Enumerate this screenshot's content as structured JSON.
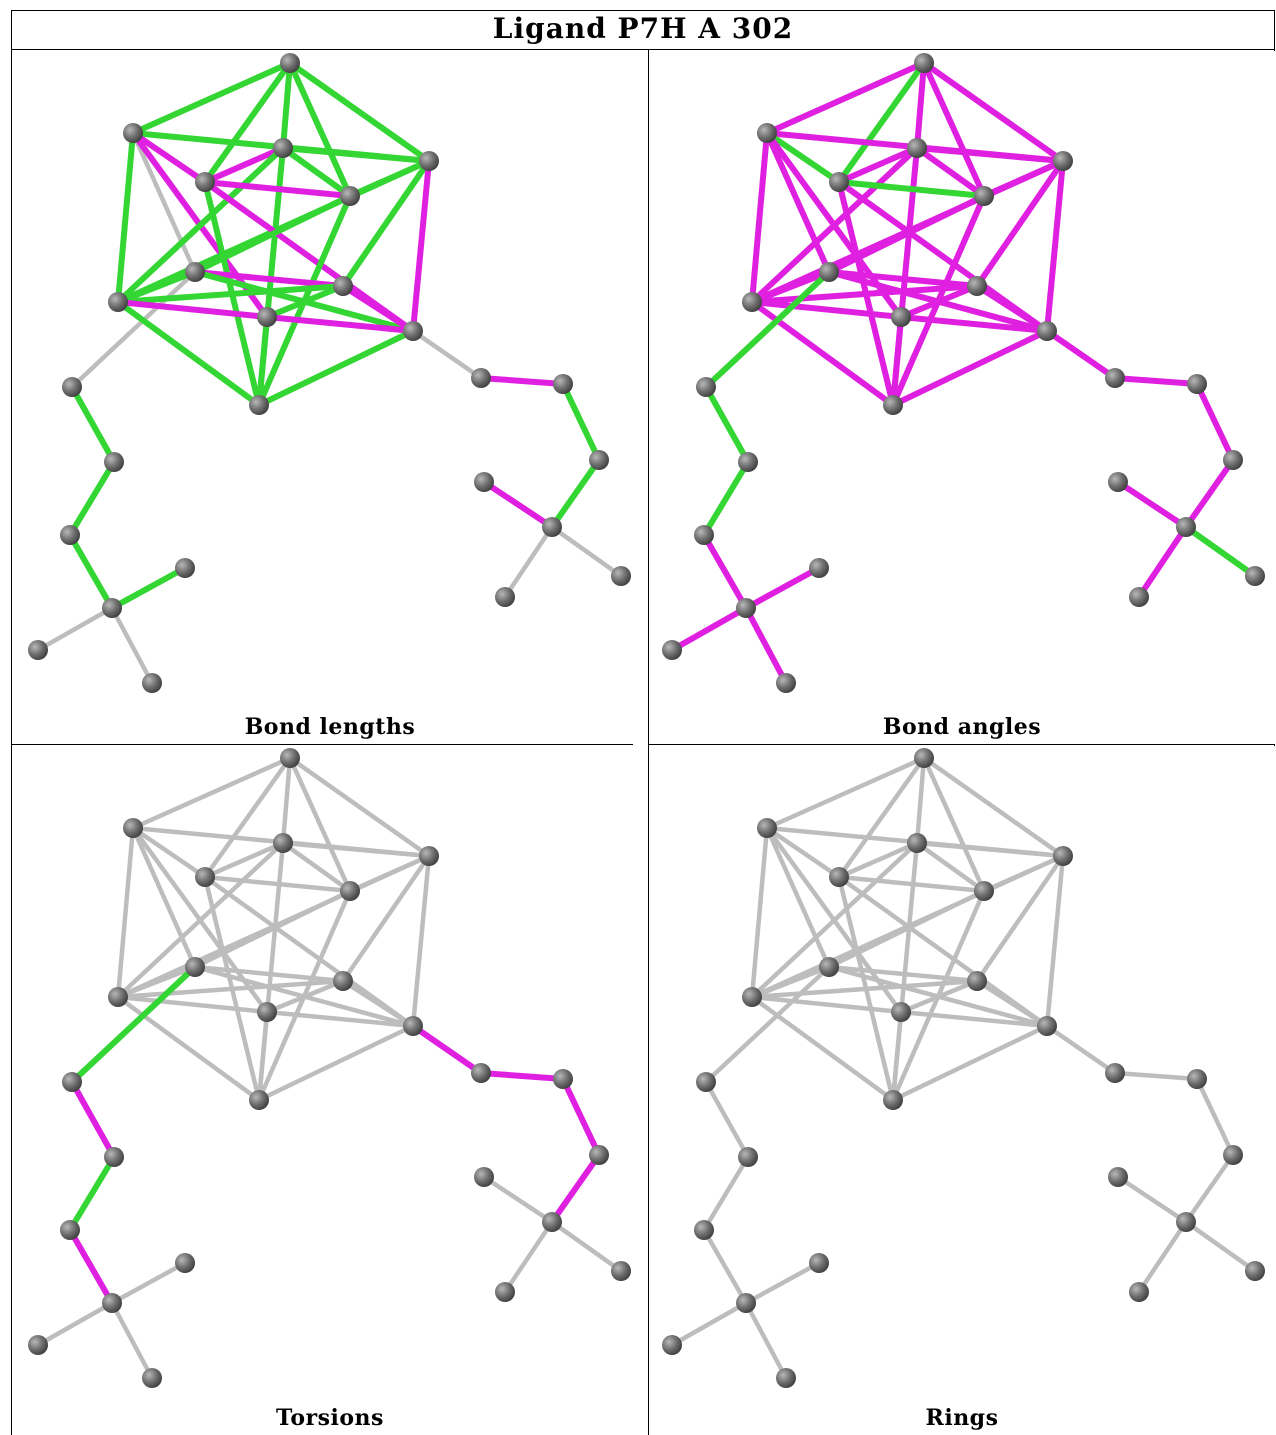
{
  "title": "Ligand P7H A 302",
  "colors": {
    "neutral": "#bdbdbd",
    "green": "#33d633",
    "magenta": "#e020e0",
    "atom": "#6e6e6e"
  },
  "panels": [
    {
      "id": "bond-lengths",
      "caption": "Bond lengths"
    },
    {
      "id": "bond-angles",
      "caption": "Bond angles"
    },
    {
      "id": "torsions",
      "caption": "Torsions"
    },
    {
      "id": "rings",
      "caption": "Rings"
    }
  ]
}
